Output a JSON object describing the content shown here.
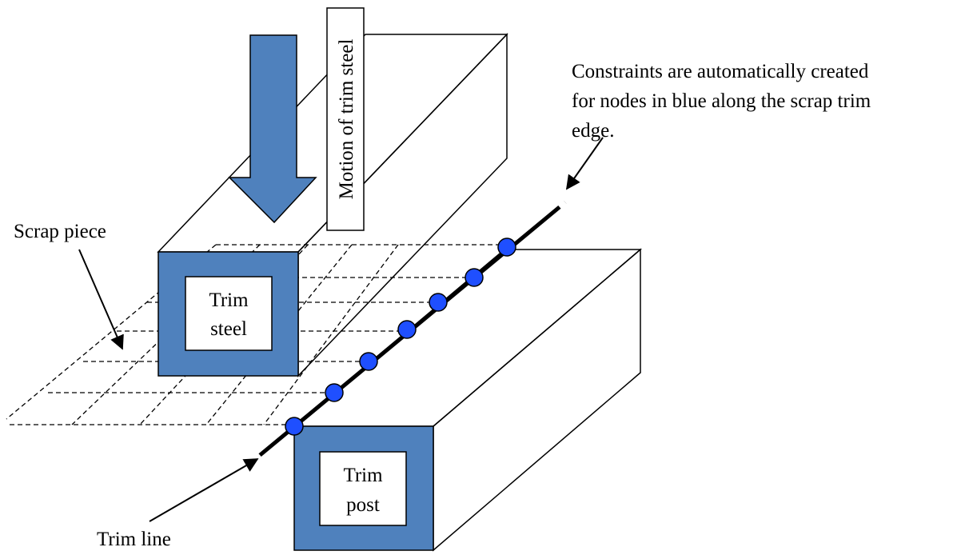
{
  "labels": {
    "constraint_note": [
      "Constraints are automatically created",
      "for nodes in blue along the scrap trim",
      "edge."
    ],
    "motion": "Motion of trim steel",
    "scrap_piece": "Scrap piece",
    "trim_steel": [
      "Trim",
      "steel"
    ],
    "trim_post": [
      "Trim",
      "post"
    ],
    "trim_line": "Trim line"
  },
  "colors": {
    "frame_fill": "#4f81bd",
    "node_fill": "#1f4fff",
    "outline": "#000000",
    "background": "#ffffff"
  },
  "icons": {
    "motion_arrow": "down-arrow-icon"
  },
  "trim_line_node_count": 7
}
